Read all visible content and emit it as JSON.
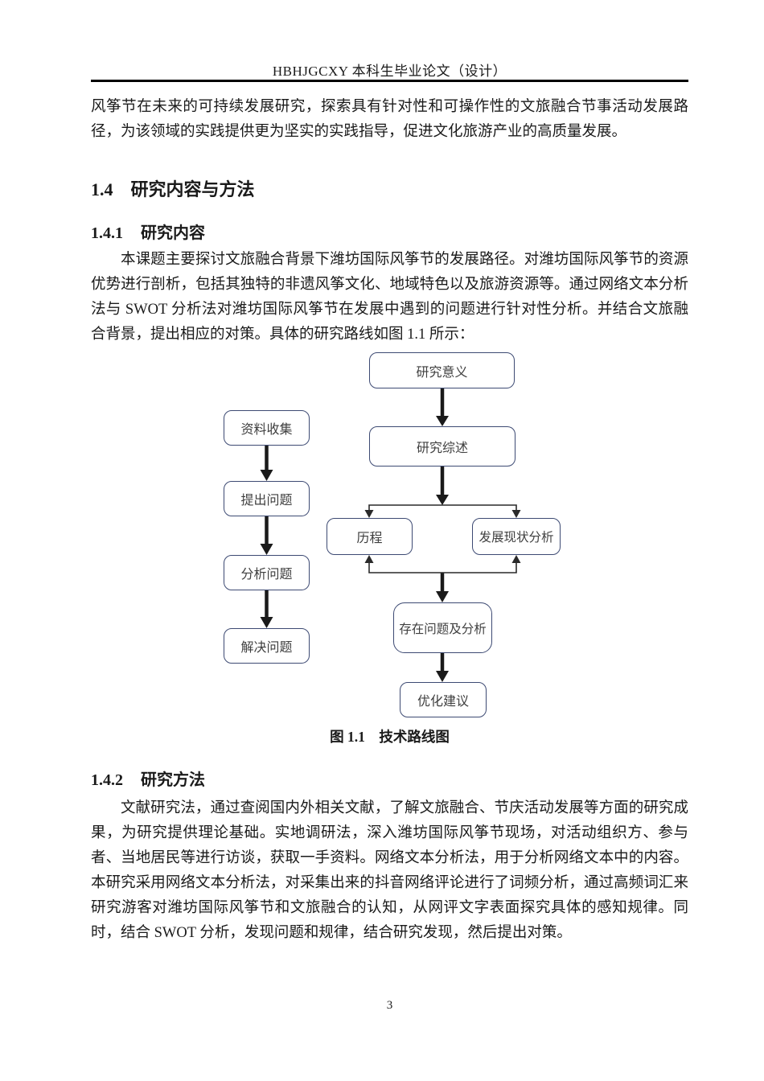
{
  "page": {
    "header": {
      "title": "HBHJGCXY 本科生毕业论文（设计）"
    },
    "paragraphs": {
      "intro": "风筝节在未来的可持续发展研究，探索具有针对性和可操作性的文旅融合节事活动发展路径，为该领域的实践提供更为坚实的实践指导，促进文化旅游产业的高质量发展。",
      "research_content": "本课题主要探讨文旅融合背景下潍坊国际风筝节的发展路径。对潍坊国际风筝节的资源优势进行剖析，包括其独特的非遗风筝文化、地域特色以及旅游资源等。通过网络文本分析法与 SWOT 分析法对潍坊国际风筝节在发展中遇到的问题进行针对性分析。并结合文旅融合背景，提出相应的对策。具体的研究路线如图 1.1 所示：",
      "research_method": "文献研究法，通过查阅国内外相关文献，了解文旅融合、节庆活动发展等方面的研究成果，为研究提供理论基础。实地调研法，深入潍坊国际风筝节现场，对活动组织方、参与者、当地居民等进行访谈，获取一手资料。网络文本分析法，用于分析网络文本中的内容。本研究采用网络文本分析法，对采集出来的抖音网络评论进行了词频分析，通过高频词汇来研究游客对潍坊国际风筝节和文旅融合的认知，从网评文字表面探究具体的感知规律。同时，结合 SWOT 分析，发现问题和规律，结合研究发现，然后提出对策。"
    },
    "headings": {
      "h2": {
        "number": "1.4",
        "label": "研究内容与方法"
      },
      "h3_1": {
        "number": "1.4.1",
        "label": "研究内容"
      },
      "h3_2": {
        "number": "1.4.2",
        "label": "研究方法"
      }
    },
    "figure": {
      "caption": "图 1.1　技术路线图",
      "boxes": {
        "yiyi": "研究意义",
        "zongshu": "研究综述",
        "licheng": "历程",
        "fazhan": "发展现状分析",
        "cunzai": "存在问题及分析",
        "youhua": "优化建议",
        "ziliao": "资料收集",
        "tichu": "提出问题",
        "fenxi_wenti": "分析问题",
        "jiejue": "解决问题"
      },
      "colors": {
        "box_border": "#3d4a73",
        "box_text": "#3f3f3f",
        "arrow": "#1a1a1a"
      }
    },
    "page_number": "3"
  }
}
